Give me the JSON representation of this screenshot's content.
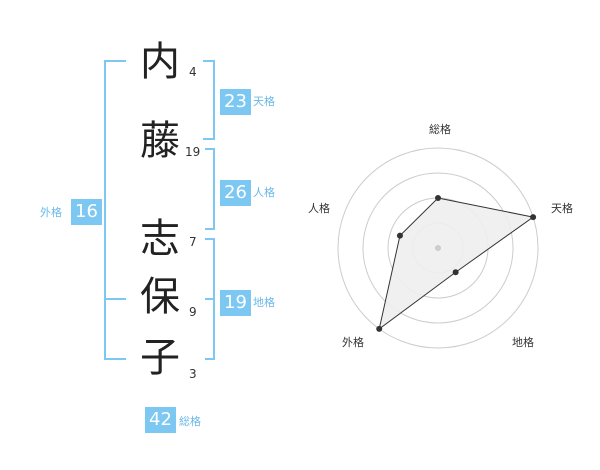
{
  "name": {
    "chars": [
      {
        "char": "内",
        "strokes": "4"
      },
      {
        "char": "藤",
        "strokes": "19"
      },
      {
        "char": "志",
        "strokes": "7"
      },
      {
        "char": "保",
        "strokes": "9"
      },
      {
        "char": "子",
        "strokes": "3"
      }
    ]
  },
  "kakusu": {
    "tenkaku": {
      "value": "23",
      "label": "天格"
    },
    "jinkaku": {
      "value": "26",
      "label": "人格"
    },
    "chikaku": {
      "value": "19",
      "label": "地格"
    },
    "gaikaku": {
      "value": "16",
      "label": "外格"
    },
    "soukaku": {
      "value": "42",
      "label": "総格"
    }
  },
  "colors": {
    "accent": "#7dc8f2"
  },
  "chart_data": {
    "type": "radar",
    "axes": [
      "総格",
      "天格",
      "地格",
      "外格",
      "人格"
    ],
    "values": [
      0.5,
      1.0,
      0.3,
      1.0,
      0.4
    ],
    "rings": 4
  }
}
